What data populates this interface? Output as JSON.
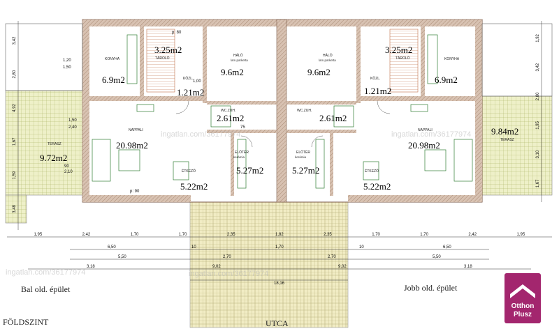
{
  "labels": {
    "ground_floor": "FÖLDSZINT",
    "street": "UTCA",
    "left_building": "Bal old. épület",
    "right_building": "Jobb old. épület"
  },
  "watermark": "ingatlan.com/36177974",
  "logo": {
    "line1": "Otthon",
    "line2": "Plusz",
    "color": "#a3266e"
  },
  "colors": {
    "wall": "#b89f8c",
    "terrace": "#cfe0a0",
    "paving": "#e6e0b0"
  },
  "areas": {
    "left": {
      "kitchen": "6.9m2",
      "storage": "3.25m2",
      "bedroom": "9.6m2",
      "hall": "1.21m2",
      "wc": "2.61m2",
      "living": "20.98m2",
      "terrace": "9.72m2",
      "dining": "5.22m2",
      "entry": "5.27m2"
    },
    "right": {
      "kitchen": "6.9m2",
      "storage": "3.25m2",
      "bedroom": "9.6m2",
      "hall": "1.21m2",
      "wc": "2.61m2",
      "living": "20.98m2",
      "terrace": "9.84m2",
      "dining": "5.22m2",
      "entry": "5.27m2"
    }
  },
  "room_names": {
    "kitchen": "KONYHA",
    "storage": "TÁROLÓ",
    "bedroom": "HÁLÓ",
    "hall": "KÖZL.",
    "wc": "WC.ZUH.",
    "living": "NAPPALI",
    "terrace": "TERASZ",
    "dining": "ÉTKEZŐ",
    "entry": "ELŐTÉR",
    "floor_ceramic": "kerámia",
    "floor_parquet": "lam.parketta"
  },
  "dimensions": {
    "bottom_row1": [
      "1,95",
      "2,42",
      "1,70",
      "1,70",
      "2,35",
      "1,82",
      "2,35",
      "1,70",
      "1,70",
      "2,42",
      "1,95"
    ],
    "bottom_row2": [
      "6,50",
      "10",
      "1,70",
      "10",
      "6,50"
    ],
    "bottom_row3": [
      "5,50",
      "2,70",
      "2,70",
      "5,50"
    ],
    "bottom_row4": [
      "3,18",
      "9,02",
      "9,02",
      "3,18"
    ],
    "total": "18,16",
    "left_side": [
      "3,42",
      "2,80",
      "4,92",
      "1,67",
      "1,59",
      "3,48"
    ],
    "right_side": [
      "1,92",
      "3,42",
      "2,80",
      "1,95",
      "3,10",
      "1,67"
    ],
    "small_marks": [
      "1,20",
      "1,50",
      "1,50",
      "2,40",
      "90",
      "2,10",
      "p: 90",
      "p: 80",
      "1,00",
      "75"
    ]
  }
}
